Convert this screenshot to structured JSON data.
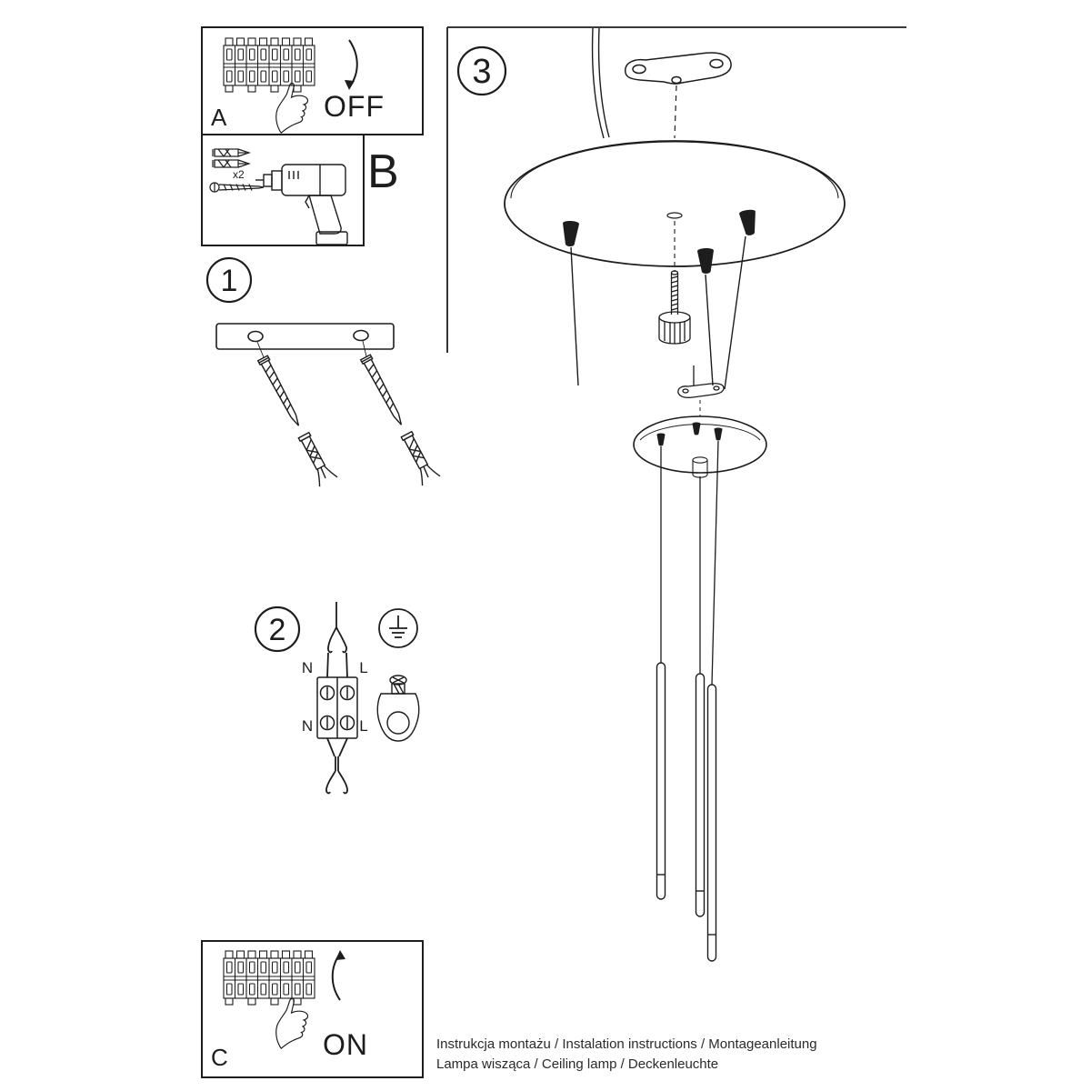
{
  "panels": {
    "a": {
      "label": "A",
      "state": "OFF"
    },
    "b": {
      "label": "B",
      "anchor_count": "x2"
    },
    "c": {
      "label": "C",
      "state": "ON"
    }
  },
  "steps": {
    "one": {
      "number": "1"
    },
    "two": {
      "number": "2",
      "labels": {
        "n_top": "N",
        "l_top": "L",
        "n_bottom": "N",
        "l_bottom": "L"
      }
    },
    "three": {
      "number": "3"
    }
  },
  "footer": {
    "line1": "Instrukcja montażu / Instalation instructions / Montageanleitung",
    "line2": "Lampa wisząca / Ceiling lamp / Deckenleuchte"
  },
  "colors": {
    "ink": "#1d1d1d",
    "paper": "#ffffff"
  }
}
